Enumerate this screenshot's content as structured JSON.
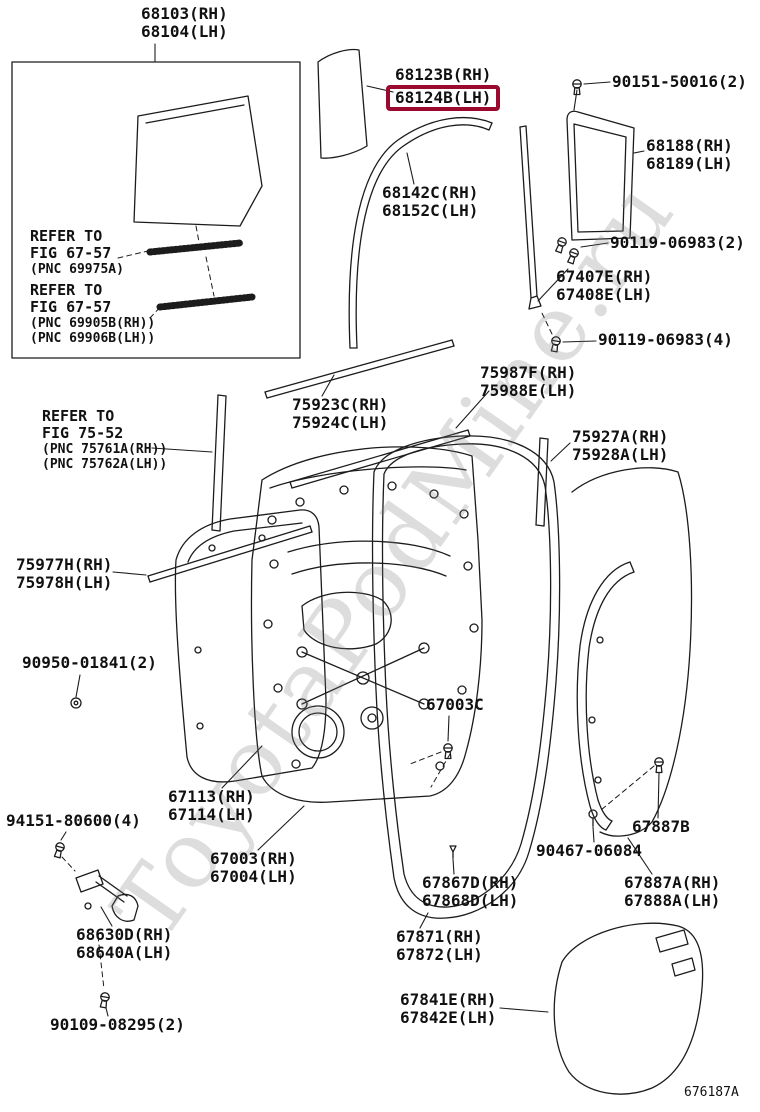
{
  "diagram": {
    "watermark": "ToyotaPodMine.ru",
    "figure_code": "676187A",
    "highlight_color": "#9b0a2e"
  },
  "parts": {
    "p68103": {
      "l1": "68103(RH)",
      "l2": "68104(LH)"
    },
    "p68123B": {
      "l1": "68123B(RH)",
      "l2": "68124B(LH)"
    },
    "p90151": {
      "l1": "90151-50016(2)"
    },
    "p68188": {
      "l1": "68188(RH)",
      "l2": "68189(LH)"
    },
    "p68142C": {
      "l1": "68142C(RH)",
      "l2": "68152C(LH)"
    },
    "p90119_2": {
      "l1": "90119-06983(2)"
    },
    "p67407E": {
      "l1": "67407E(RH)",
      "l2": "67408E(LH)"
    },
    "p90119_4": {
      "l1": "90119-06983(4)"
    },
    "p75987F": {
      "l1": "75987F(RH)",
      "l2": "75988E(LH)"
    },
    "p75923C": {
      "l1": "75923C(RH)",
      "l2": "75924C(LH)"
    },
    "p75927A": {
      "l1": "75927A(RH)",
      "l2": "75928A(LH)"
    },
    "p75977H": {
      "l1": "75977H(RH)",
      "l2": "75978H(LH)"
    },
    "p90950": {
      "l1": "90950-01841(2)"
    },
    "p67003C": {
      "l1": "67003C"
    },
    "p67113": {
      "l1": "67113(RH)",
      "l2": "67114(LH)"
    },
    "p94151": {
      "l1": "94151-80600(4)"
    },
    "p67003": {
      "l1": "67003(RH)",
      "l2": "67004(LH)"
    },
    "p90467": {
      "l1": "90467-06084"
    },
    "p67887B": {
      "l1": "67887B"
    },
    "p67887A": {
      "l1": "67887A(RH)",
      "l2": "67888A(LH)"
    },
    "p68630D": {
      "l1": "68630D(RH)",
      "l2": "68640A(LH)"
    },
    "p67867D": {
      "l1": "67867D(RH)",
      "l2": "67868D(LH)"
    },
    "p67871": {
      "l1": "67871(RH)",
      "l2": "67872(LH)"
    },
    "p90109": {
      "l1": "90109-08295(2)"
    },
    "p67841E": {
      "l1": "67841E(RH)",
      "l2": "67842E(LH)"
    }
  },
  "notes": {
    "fig6757a": {
      "l1": "REFER TO",
      "l2": "FIG 67-57",
      "l3": "(PNC 69975A)"
    },
    "fig6757b": {
      "l1": "REFER TO",
      "l2": "FIG 67-57",
      "l3": "(PNC 69905B(RH))",
      "l4": "(PNC 69906B(LH))"
    },
    "fig7552": {
      "l1": "REFER TO",
      "l2": "FIG 75-52",
      "l3": "(PNC 75761A(RH))",
      "l4": "(PNC 75762A(LH))"
    }
  }
}
